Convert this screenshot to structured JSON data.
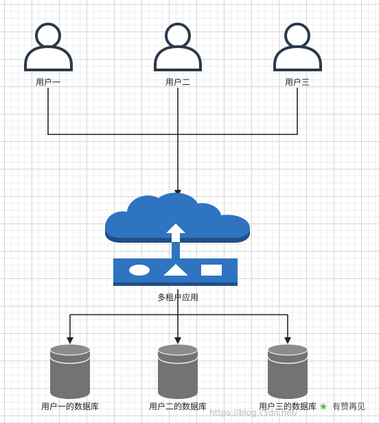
{
  "users": [
    {
      "label": "用户一"
    },
    {
      "label": "用户二"
    },
    {
      "label": "用户三"
    }
  ],
  "app": {
    "label": "多租户应用"
  },
  "databases": [
    {
      "label": "用户一的数据库"
    },
    {
      "label": "用户二的数据库"
    },
    {
      "label": "用户三的数据库"
    }
  ],
  "watermark": {
    "url_text": "https://blog.csdn.net/",
    "brand": "有赞再见"
  },
  "colors": {
    "user_icon": "#2b3a4a",
    "cloud": "#2f74c0",
    "cloud_dark": "#1f4f86",
    "database": "#737373",
    "database_top": "#8c8c8c",
    "connector": "#222222"
  }
}
